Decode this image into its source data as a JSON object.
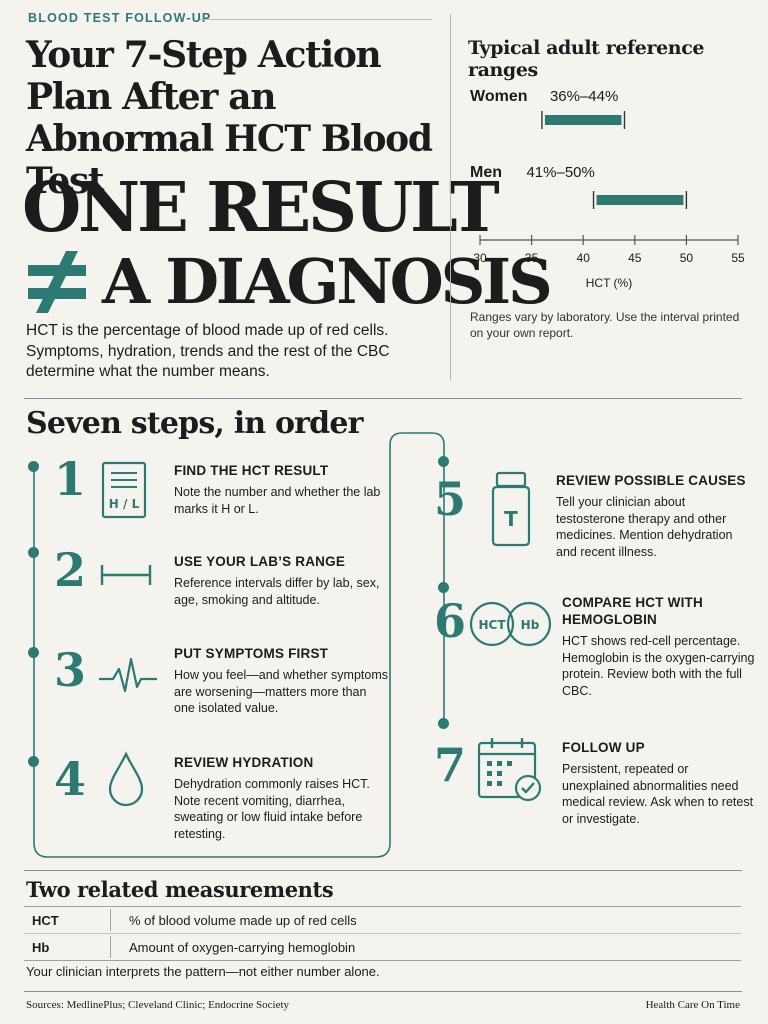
{
  "header": {
    "kicker": "BLOOD TEST FOLLOW-UP",
    "title": "Your 7-Step Action Plan After an Abnormal HCT Blood Test",
    "headline_line1": "ONE RESULT",
    "headline_line2": "A DIAGNOSIS",
    "intro": "HCT is the percentage of blood made up of red cells. Symptoms, hydration, trends and the rest of the CBC determine what the number means."
  },
  "reference_ranges": {
    "title": "Typical adult reference ranges",
    "note": "Ranges vary by laboratory. Use the interval printed on your own report.",
    "accent_color": "#2c7a73"
  },
  "chart_data": {
    "type": "range",
    "title": "Typical adult reference ranges",
    "xlabel": "HCT (%)",
    "xlim": [
      30,
      55
    ],
    "ticks": [
      30,
      35,
      40,
      45,
      50,
      55
    ],
    "tick_labels": [
      "30",
      "35",
      "40",
      "45",
      "50",
      "55"
    ],
    "series": [
      {
        "name": "Women",
        "range_label": "36%–44%",
        "low": 36,
        "high": 44
      },
      {
        "name": "Men",
        "range_label": "41%–50%",
        "low": 41,
        "high": 50
      }
    ]
  },
  "steps_section": {
    "title": "Seven steps, in order",
    "steps": [
      {
        "num": "1",
        "title": "FIND THE HCT RESULT",
        "body": "Note the number and whether the lab marks it H or L.",
        "icon": "report-icon",
        "icon_text": "H / L"
      },
      {
        "num": "2",
        "title": "USE YOUR LAB’S RANGE",
        "body": "Reference intervals differ by lab, sex, age, smoking and altitude.",
        "icon": "range-bracket-icon"
      },
      {
        "num": "3",
        "title": "PUT SYMPTOMS FIRST",
        "body": "How you feel—and whether symptoms are worsening—matters more than one isolated value.",
        "icon": "pulse-icon"
      },
      {
        "num": "4",
        "title": "REVIEW HYDRATION",
        "body": "Dehydration commonly raises HCT. Note recent vomiting, diarrhea, sweating or low fluid intake before retesting.",
        "icon": "droplet-icon"
      },
      {
        "num": "5",
        "title": "REVIEW POSSIBLE CAUSES",
        "body": "Tell your clinician about testosterone therapy and other medicines. Mention dehydration and recent illness.",
        "icon": "pill-bottle-icon",
        "icon_text": "T"
      },
      {
        "num": "6",
        "title": "COMPARE HCT WITH HEMOGLOBIN",
        "body": "HCT shows red-cell percentage. Hemoglobin is the oxygen-carrying protein. Review both with the full CBC.",
        "icon": "hct-hb-icon",
        "icon_text_a": "HCT",
        "icon_text_b": "Hb"
      },
      {
        "num": "7",
        "title": "FOLLOW UP",
        "body": "Persistent, repeated or unexplained abnormalities need medical review. Ask when to retest or investigate.",
        "icon": "calendar-check-icon"
      }
    ]
  },
  "measurements": {
    "title": "Two related measurements",
    "rows": [
      {
        "key": "HCT",
        "value": "% of blood volume made up of red cells"
      },
      {
        "key": "Hb",
        "value": "Amount of oxygen-carrying hemoglobin"
      }
    ],
    "footnote": "Your clinician interprets the pattern—not either number alone."
  },
  "footer": {
    "sources": "Sources: MedlinePlus; Cleveland Clinic; Endocrine Society",
    "credit": "Health Care On Time"
  }
}
